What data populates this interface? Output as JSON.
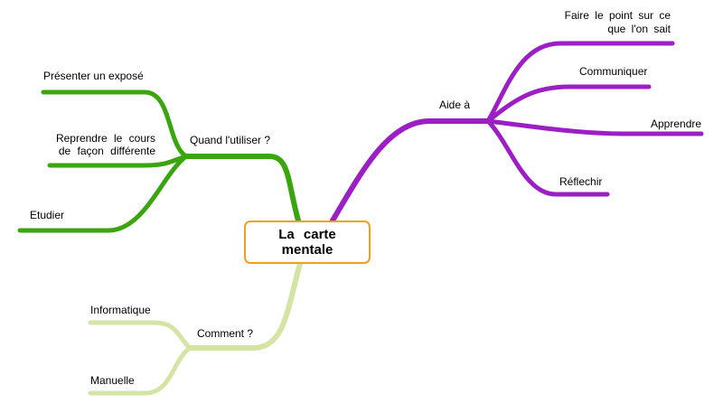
{
  "center": {
    "title": "La carte mentale"
  },
  "branches": {
    "aide": {
      "label": "Aide à",
      "color": "#9b1fc4",
      "children": [
        "Faire le point sur ce que l'on sait",
        "Communiquer",
        "Apprendre",
        "Réflechir"
      ]
    },
    "quand": {
      "label": "Quand l'utiliser ?",
      "color": "#3aa50f",
      "children": [
        "Présenter un exposé",
        "Reprendre le cours de façon différente",
        "Etudier"
      ]
    },
    "comment": {
      "label": "Comment ?",
      "color": "#d4e4a4",
      "children": [
        "Informatique",
        "Manuelle"
      ]
    }
  }
}
